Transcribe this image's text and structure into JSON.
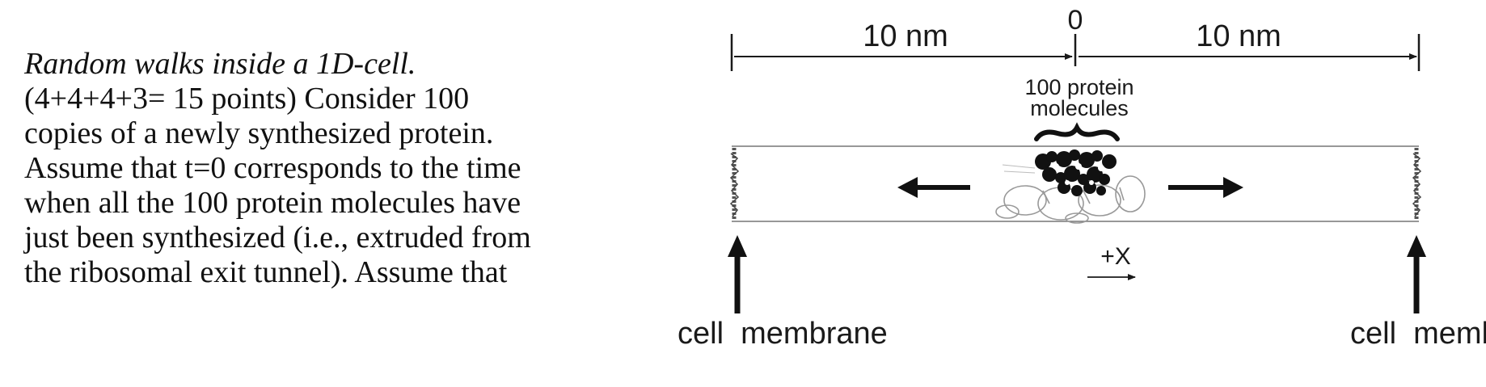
{
  "problem": {
    "title": "Random walks inside a 1D-cell.",
    "lines": [
      "(4+4+4+3= 15 points) Consider 100",
      "copies of a newly synthesized protein.",
      "Assume that t=0 corresponds to the time",
      "when all the 100 protein molecules have",
      "just been synthesized (i.e., extruded from",
      "the ribosomal exit tunnel). Assume that"
    ]
  },
  "figure": {
    "left_distance": "10 nm",
    "origin_label": "0",
    "right_distance": "10 nm",
    "protein_label_line1": "100 protein",
    "protein_label_line2": "molecules",
    "direction_label": "+X",
    "left_membrane_label": "cell  membrane",
    "right_membrane_label": "cell  membrane"
  }
}
